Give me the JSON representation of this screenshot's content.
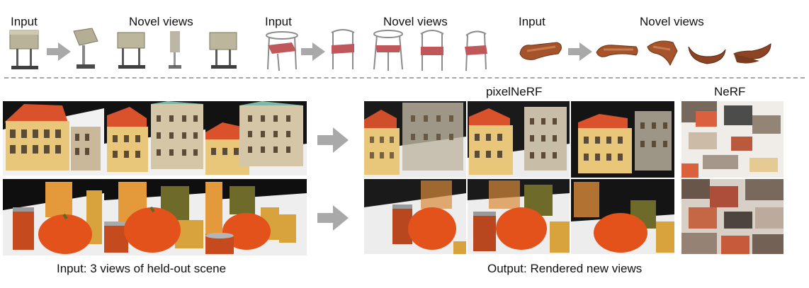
{
  "top_row": {
    "groups": [
      {
        "input_label": "Input",
        "novel_label": "Novel views"
      },
      {
        "input_label": "Input",
        "novel_label": "Novel views"
      },
      {
        "input_label": "Input",
        "novel_label": "Novel views"
      }
    ]
  },
  "bottom": {
    "pixelnerf_label": "pixelNeRF",
    "nerf_label": "NeRF",
    "input_caption": "Input: 3 views of held-out scene",
    "output_caption": "Output: Rendered new views"
  },
  "colors": {
    "divider": "#a8a8a8",
    "arrow": "#a9a9a9",
    "building": "#e8c77a",
    "roof": "#d9522c",
    "pumpkin": "#e2521a",
    "couch": "#a4532b",
    "chair_seat": "#c0575b",
    "cabinet": "#b9b39a"
  }
}
